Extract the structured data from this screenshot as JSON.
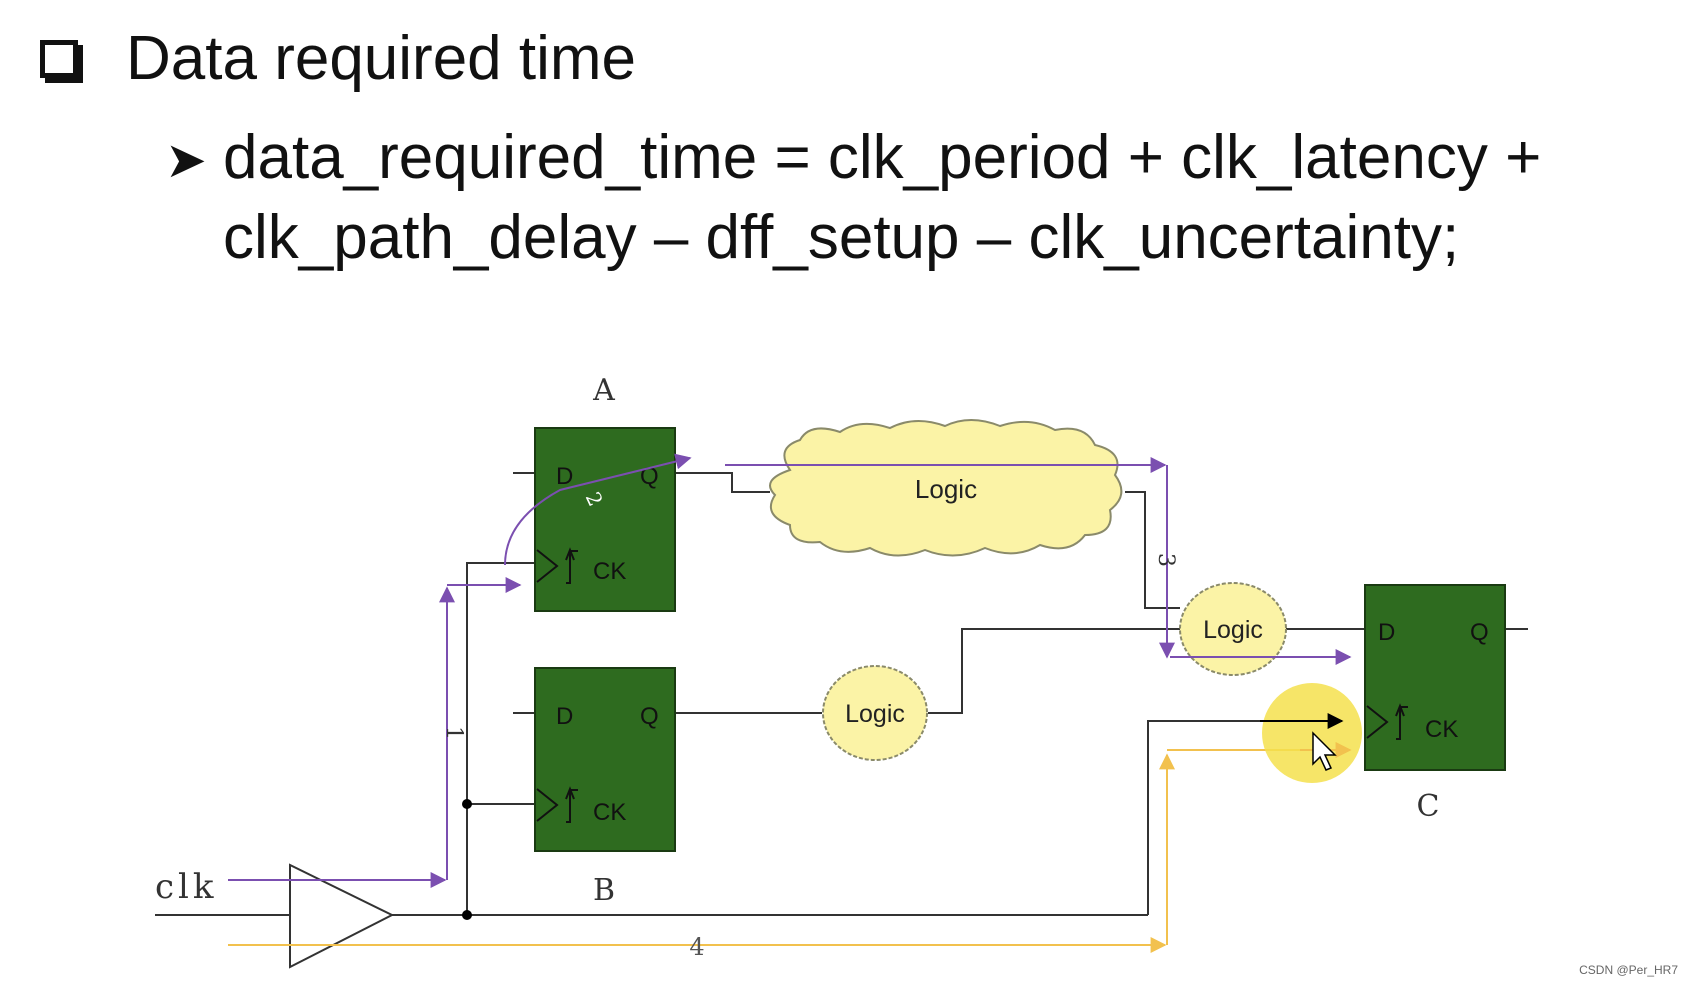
{
  "slide": {
    "title": "Data required time",
    "formula_line1": "data_required_time = clk_period + clk_latency +",
    "formula_line2": "clk_path_delay – dff_setup – clk_uncertainty;"
  },
  "diagram": {
    "clk_label": "clk",
    "ff_a": {
      "name": "A",
      "d": "D",
      "q": "Q",
      "ck": "CK"
    },
    "ff_b": {
      "name": "B",
      "d": "D",
      "q": "Q",
      "ck": "CK"
    },
    "ff_c": {
      "name": "C",
      "d": "D",
      "q": "Q",
      "ck": "CK"
    },
    "logic_large": "Logic",
    "logic_small_b": "Logic",
    "logic_small_c": "Logic",
    "path_labels": {
      "p1": "1",
      "p2": "2",
      "p3": "3",
      "p4": "4"
    },
    "colors": {
      "ff_fill": "#2e6b1f",
      "logic_fill": "#fbf3a6",
      "purple_path": "#7b4fb0",
      "orange_path": "#f2c14e",
      "cursor_highlight": "#f4e04d"
    }
  },
  "watermark": "CSDN @Per_HR7"
}
